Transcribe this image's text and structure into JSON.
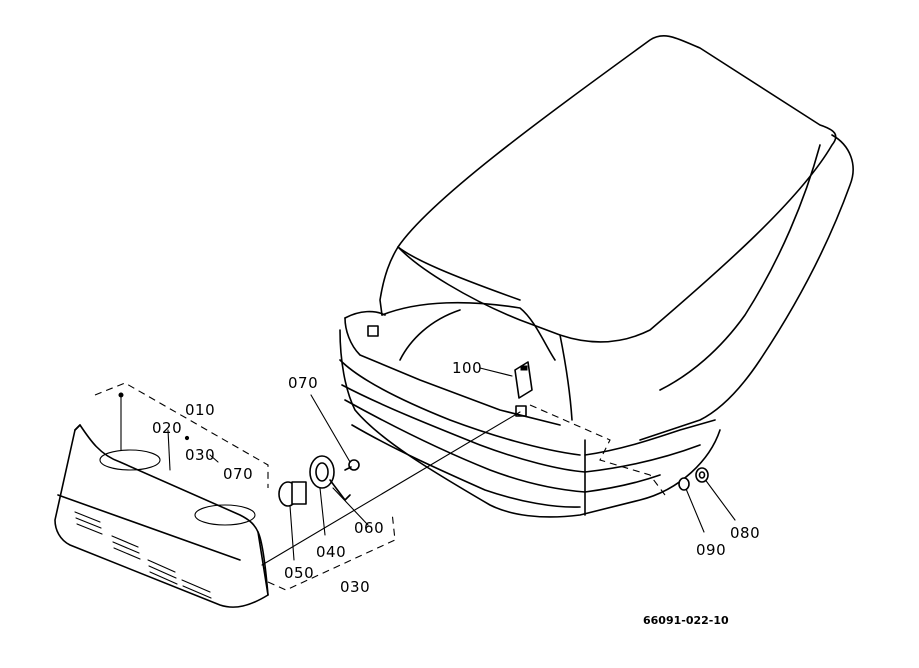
{
  "labels": {
    "p010": "010",
    "p020": "020",
    "p030_top": "030",
    "p070_top": "070",
    "p070": "070",
    "p060": "060",
    "p040": "040",
    "p050": "050",
    "p030_bottom": "030",
    "p100": "100",
    "p090": "090",
    "p080": "080"
  },
  "figure_code": "66091-022-10"
}
